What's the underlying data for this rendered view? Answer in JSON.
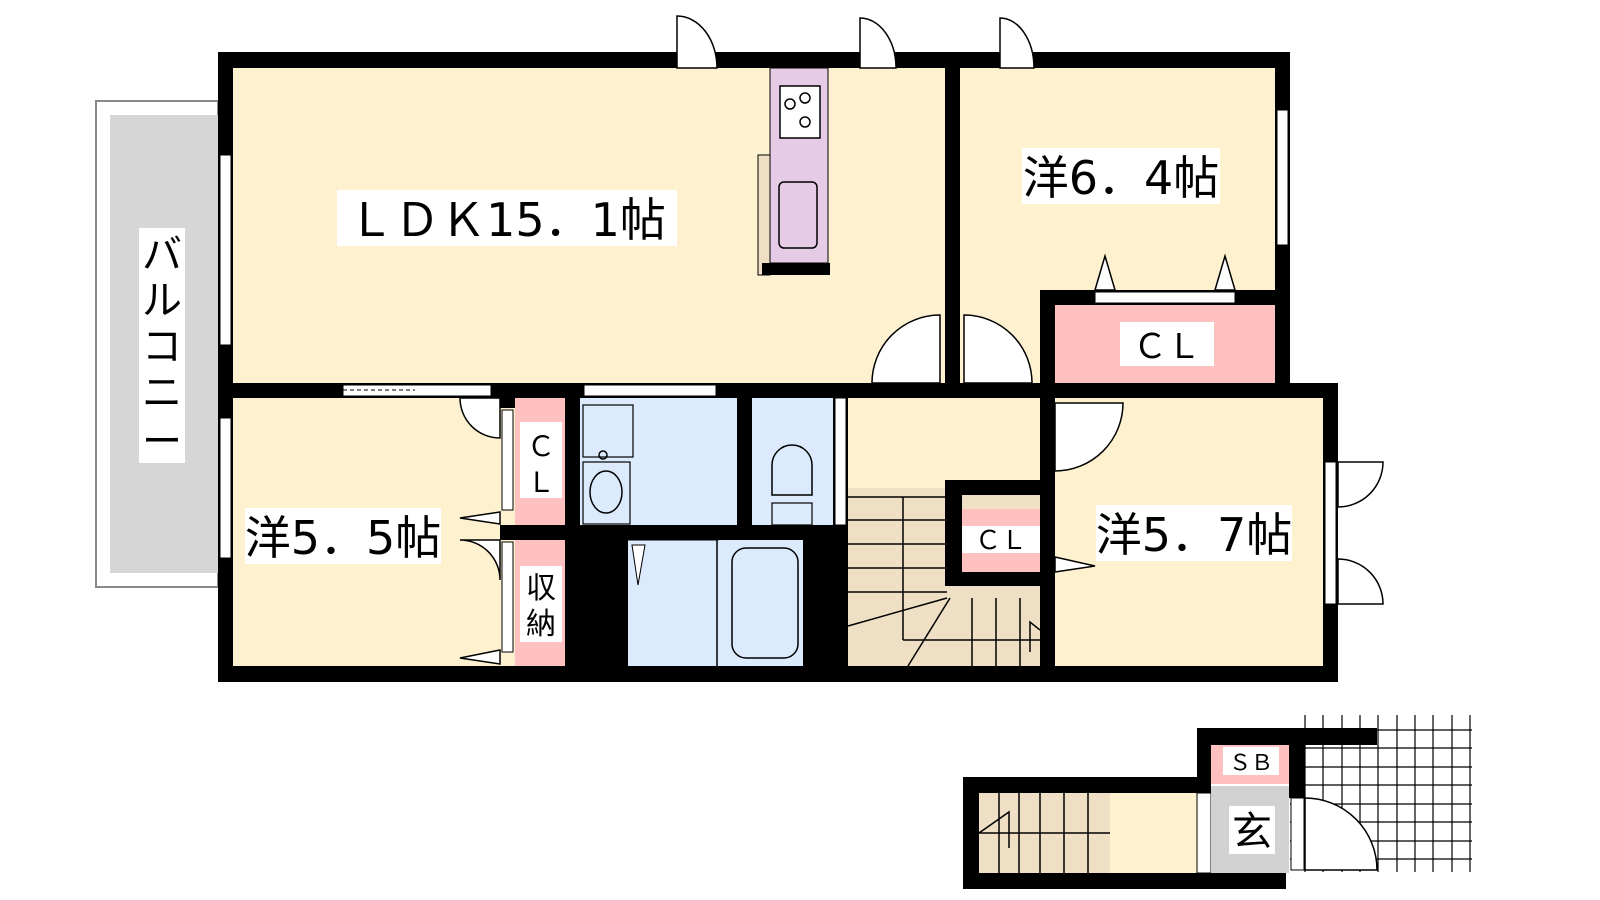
{
  "plan": {
    "rooms": {
      "ldk": "ＬＤＫ15．1帖",
      "western_64": "洋6．4帖",
      "western_55": "洋5．5帖",
      "western_57": "洋5．7帖",
      "closet_64": "ＣＬ",
      "closet_57": "ＣＬ",
      "closet_55_c": "Ｃ",
      "closet_55_l": "Ｌ",
      "storage_1": "収",
      "storage_2": "納",
      "balcony": [
        "バ",
        "ル",
        "コ",
        "ニ",
        "ー"
      ],
      "shoe_box": "ＳＢ",
      "entrance": "玄"
    },
    "colors": {
      "room": "#fdf1cf",
      "wet": "#dbeafc",
      "closet": "#ffc0c0",
      "kitchen": "#e6cbe6",
      "stairs": "#efdfc4",
      "balcony": "#d6d6d6",
      "entrance": "#d2d2d2"
    }
  }
}
